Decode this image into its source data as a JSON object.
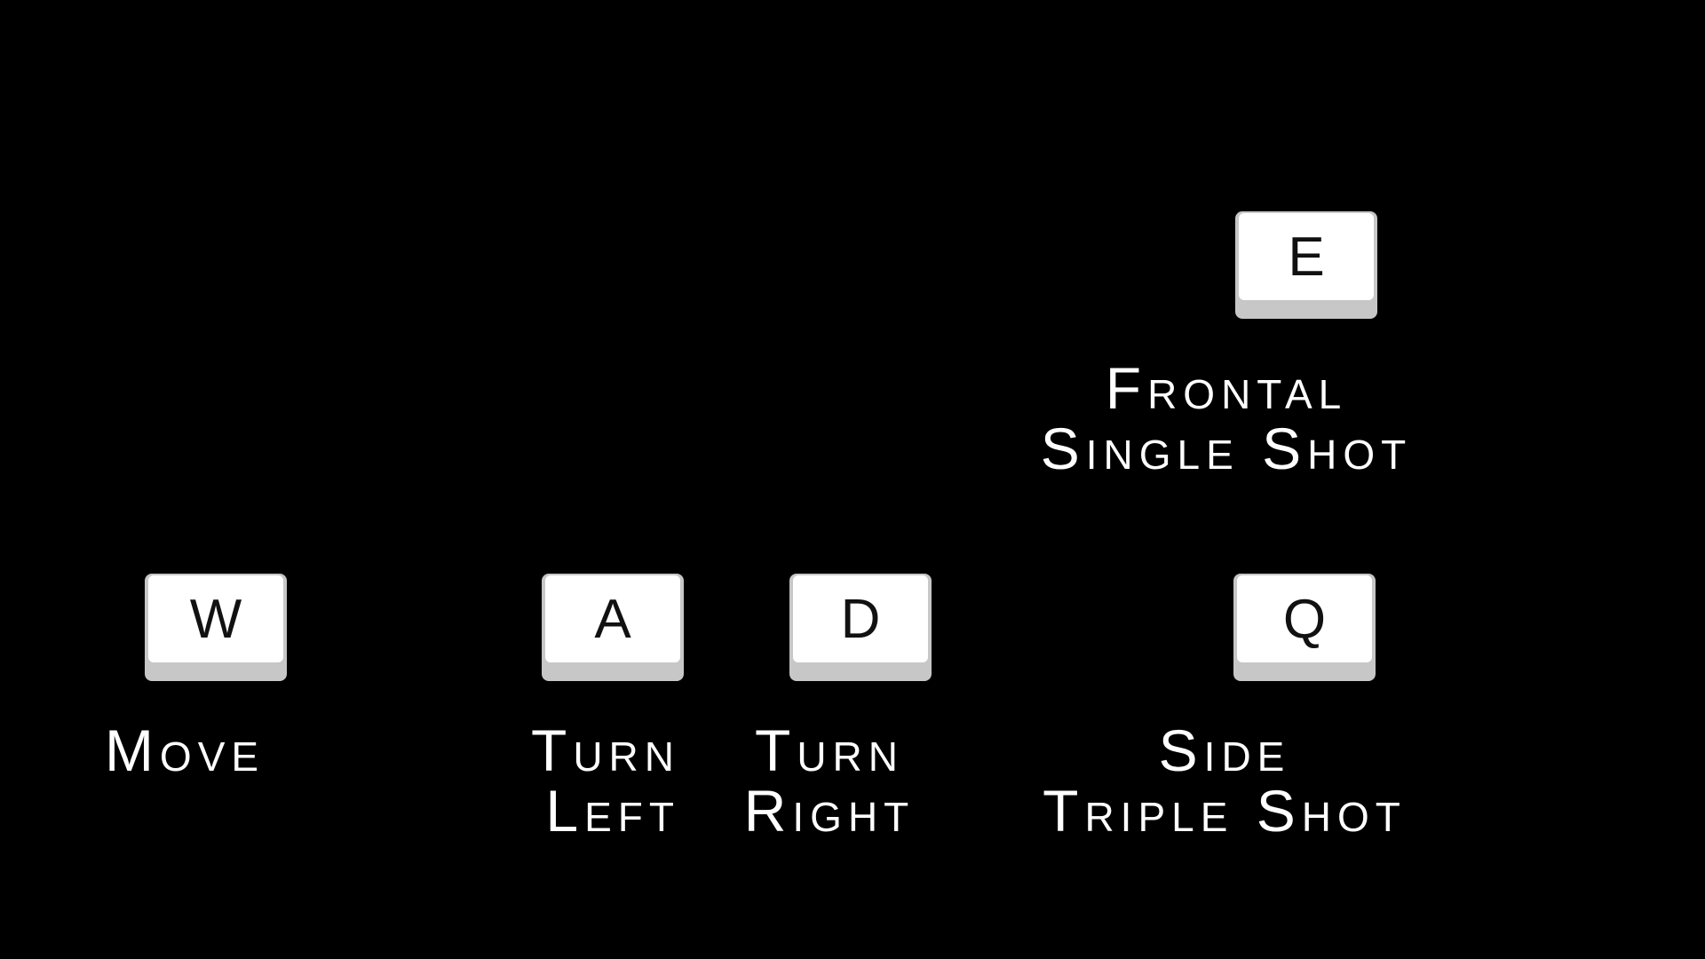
{
  "controls": {
    "e": {
      "key": "E",
      "label_lines": [
        "Frontal",
        "Single Shot"
      ]
    },
    "w": {
      "key": "W",
      "label_lines": [
        "Move"
      ]
    },
    "a": {
      "key": "A",
      "label_lines": [
        "Turn",
        "Left"
      ]
    },
    "d": {
      "key": "D",
      "label_lines": [
        "Turn",
        "Right"
      ]
    },
    "q": {
      "key": "Q",
      "label_lines": [
        "Side",
        "Triple Shot"
      ]
    }
  },
  "colors": {
    "background": "#000000",
    "key_face": "#ffffff",
    "key_shadow": "#c7c7c7",
    "label_text": "#ffffff"
  }
}
